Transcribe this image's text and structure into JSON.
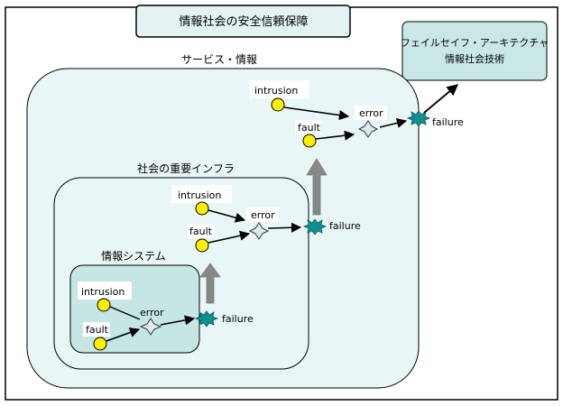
{
  "title": "情報社会の安全信頼保障",
  "architecture": {
    "line1": "フェイルセイフ・アーキテクチャ",
    "line2": "情報社会技術"
  },
  "layers": [
    {
      "label": "サービス・情報",
      "nodes": {
        "intrusion": "intrusion",
        "fault": "fault",
        "error": "error",
        "failure": "failure"
      }
    },
    {
      "label": "社会の重要インフラ",
      "nodes": {
        "intrusion": "intrusion",
        "fault": "fault",
        "error": "error",
        "failure": "failure"
      }
    },
    {
      "label": "情報システム",
      "nodes": {
        "intrusion": "intrusion",
        "fault": "fault",
        "error": "error",
        "failure": "failure"
      }
    }
  ],
  "colors": {
    "fault_node": "#ffee00",
    "failure_node": "#0f8f8f",
    "error_node": "#dde8f0",
    "layer_fill": "#e9f6f6",
    "inner_fill": "#c6e6e6",
    "upward_arrow": "#888888"
  },
  "icons": {
    "intrusion": "yellow-circle",
    "fault": "yellow-circle",
    "error": "four-point-star",
    "failure": "spiky-burst"
  }
}
